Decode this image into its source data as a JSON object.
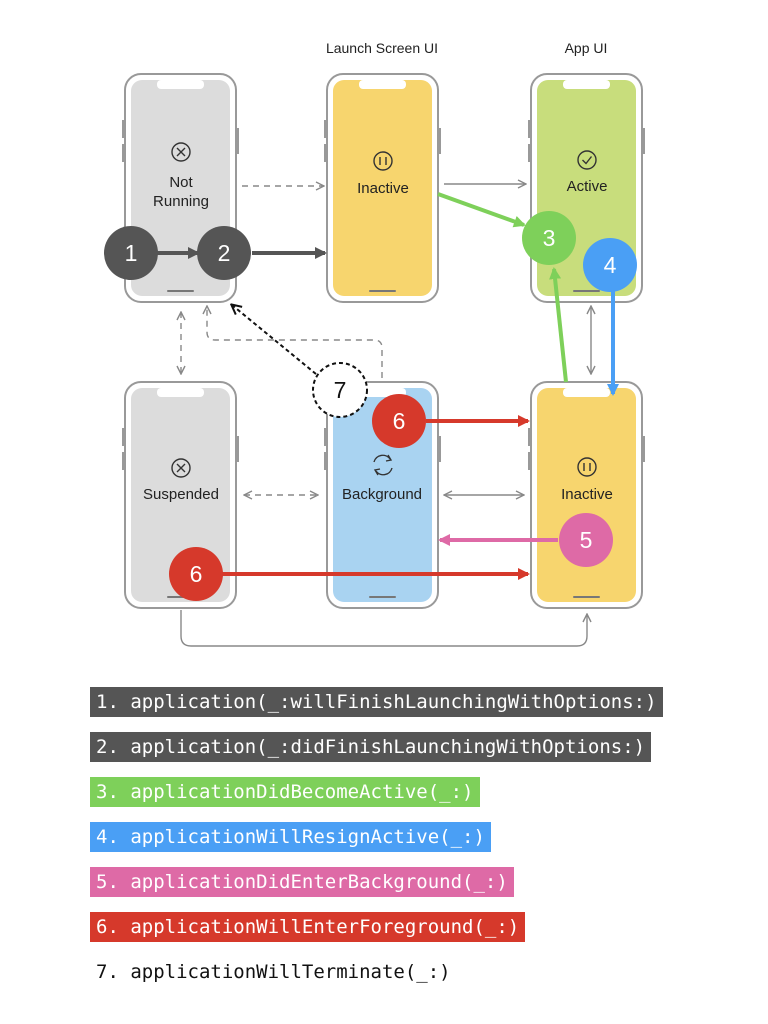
{
  "columns": {
    "launch": "Launch Screen UI",
    "app": "App UI"
  },
  "phones": {
    "not_running": {
      "lines": [
        "Not",
        "Running"
      ],
      "icon": "x-circle-icon",
      "color": "#dcdcdc"
    },
    "launch_inactive": {
      "label": "Inactive",
      "icon": "pause-circle-icon",
      "color": "#f7d56e"
    },
    "active": {
      "label": "Active",
      "icon": "check-circle-icon",
      "color": "#c8dd7c"
    },
    "suspended": {
      "label": "Suspended",
      "icon": "x-circle-icon",
      "color": "#dcdcdc"
    },
    "background": {
      "label": "Background",
      "icon": "refresh-icon",
      "color": "#a9d3f1"
    },
    "app_inactive": {
      "label": "Inactive",
      "icon": "pause-circle-icon",
      "color": "#f7d56e"
    }
  },
  "badges": {
    "b1": "1",
    "b2": "2",
    "b3": "3",
    "b4": "4",
    "b5": "5",
    "b6a": "6",
    "b6b": "6",
    "b7": "7"
  },
  "colors": {
    "dark": "#555555",
    "green": "#7ed05a",
    "blue": "#4a9ff5",
    "pink": "#de6aa6",
    "red": "#d6392b",
    "arrow_gray": "#888888"
  },
  "legend": [
    {
      "text": "1. application(_:willFinishLaunchingWithOptions:)",
      "bg": "#555555"
    },
    {
      "text": "2. application(_:didFinishLaunchingWithOptions:)",
      "bg": "#555555"
    },
    {
      "text": "3. applicationDidBecomeActive(_:)",
      "bg": "#7ed05a"
    },
    {
      "text": "4. applicationWillResignActive(_:)",
      "bg": "#4a9ff5"
    },
    {
      "text": "5. applicationDidEnterBackground(_:)",
      "bg": "#de6aa6"
    },
    {
      "text": "6. applicationWillEnterForeground(_:)",
      "bg": "#d6392b"
    },
    {
      "text": "7. applicationWillTerminate(_:)",
      "bg": ""
    }
  ]
}
